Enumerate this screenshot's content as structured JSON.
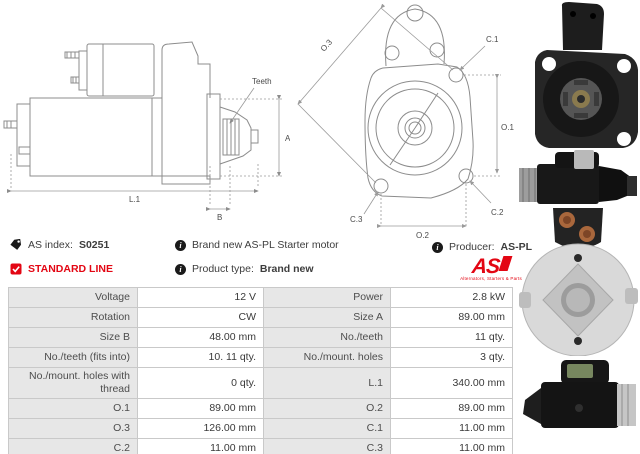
{
  "colors": {
    "accent_red": "#e30613",
    "table_label_bg": "#e7e7e7",
    "table_border": "#c9c9c9",
    "drawing_line": "#8c8c8c"
  },
  "side_view": {
    "teeth": "Teeth",
    "a": "A",
    "l1": "L.1",
    "b": "B"
  },
  "front_view": {
    "o3": "O.3",
    "c1": "C.1",
    "o1": "O.1",
    "c2": "C.2",
    "c3": "C.3",
    "o2": "O.2"
  },
  "info": {
    "as_index_label": "AS index:",
    "as_index_value": "S0251",
    "standard_line": "STANDARD LINE",
    "brand_new": "Brand new AS-PL Starter motor",
    "product_type_label": "Product type:",
    "product_type_value": "Brand new",
    "producer_label": "Producer:",
    "producer_value": "AS-PL",
    "logo_as": "AS",
    "logo_tagline": "Alternators, Starters & Parts"
  },
  "spec_table": {
    "rows": [
      {
        "l_label": "Voltage",
        "l_value": "12 V",
        "r_label": "Power",
        "r_value": "2.8 kW"
      },
      {
        "l_label": "Rotation",
        "l_value": "CW",
        "r_label": "Size A",
        "r_value": "89.00 mm"
      },
      {
        "l_label": "Size B",
        "l_value": "48.00 mm",
        "r_label": "No./teeth",
        "r_value": "11 qty."
      },
      {
        "l_label": "No./teeth (fits into)",
        "l_value": "10. 11 qty.",
        "r_label": "No./mount. holes",
        "r_value": "3 qty."
      },
      {
        "l_label": "No./mount. holes with thread",
        "l_value": "0 qty.",
        "r_label": "L.1",
        "r_value": "340.00 mm"
      },
      {
        "l_label": "O.1",
        "l_value": "89.00 mm",
        "r_label": "O.2",
        "r_value": "89.00 mm"
      },
      {
        "l_label": "O.3",
        "l_value": "126.00 mm",
        "r_label": "C.1",
        "r_value": "11.00 mm"
      },
      {
        "l_label": "C.2",
        "l_value": "11.00 mm",
        "r_label": "C.3",
        "r_value": "11.00 mm"
      }
    ]
  }
}
